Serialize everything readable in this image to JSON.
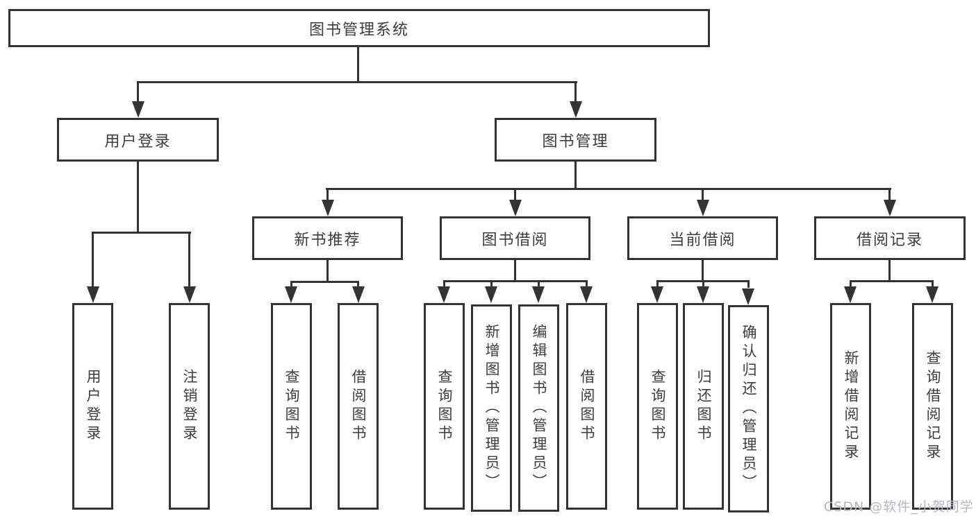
{
  "diagram_title": "图书管理系统",
  "tree": {
    "root": {
      "label": "图书管理系统"
    },
    "branches": [
      {
        "label": "用户登录",
        "children": [
          {
            "label": "用户登录"
          },
          {
            "label": "注销登录"
          }
        ]
      },
      {
        "label": "图书管理",
        "groups": [
          {
            "label": "新书推荐",
            "children": [
              {
                "label": "查询图书"
              },
              {
                "label": "借阅图书"
              }
            ]
          },
          {
            "label": "图书借阅",
            "children": [
              {
                "label": "查询图书"
              },
              {
                "label": "新增图书（管理员）"
              },
              {
                "label": "编辑图书（管理员）"
              },
              {
                "label": "借阅图书"
              }
            ]
          },
          {
            "label": "当前借阅",
            "children": [
              {
                "label": "查询图书"
              },
              {
                "label": "归还图书"
              },
              {
                "label": "确认归还（管理员）"
              }
            ]
          },
          {
            "label": "借阅记录",
            "children": [
              {
                "label": "新增借阅记录"
              },
              {
                "label": "查询借阅记录"
              }
            ]
          }
        ]
      }
    ]
  },
  "watermark": {
    "text": "CSDN @软件_小贺同学"
  },
  "colors": {
    "line": "#333333",
    "box_border": "#333333",
    "text": "#3d3d3d",
    "background": "#ffffff",
    "watermark": "#b4b8be"
  }
}
